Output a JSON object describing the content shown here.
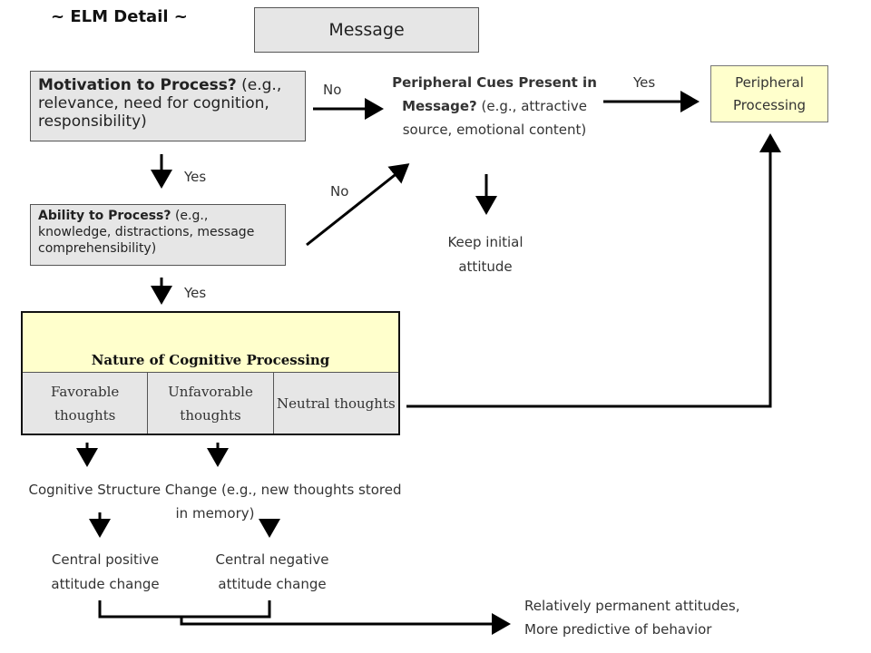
{
  "title": "~ ELM Detail ~",
  "message": "Message",
  "motivation": {
    "bold": "Motivation to Process?",
    "rest": " (e.g., relevance, need for cognition, responsibility)"
  },
  "ability": {
    "bold": "Ability to Process?",
    "rest": " (e.g., knowledge, distractions, message comprehensibility)"
  },
  "peripheral_cues": {
    "bold": "Peripheral Cues Present in Message?",
    "rest": " (e.g., attractive source, emotional content)"
  },
  "peripheral_processing": "Peripheral Processing",
  "keep_initial": "Keep initial attitude",
  "labels": {
    "no_motivation": "No",
    "no_ability": "No",
    "yes_motivation": "Yes",
    "yes_ability": "Yes",
    "yes_cues": "Yes"
  },
  "nature": {
    "title": "Nature of Cognitive Processing",
    "cells": [
      "Favorable thoughts",
      "Unfavorable thoughts",
      "Neutral thoughts"
    ]
  },
  "cognitive_change": "Cognitive Structure Change (e.g., new thoughts stored in memory)",
  "central_positive": "Central positive attitude change",
  "central_negative": "Central negative attitude change",
  "final_line1": "Relatively permanent attitudes,",
  "final_line2": "More predictive of behavior",
  "colors": {
    "box_gray": "#e6e6e6",
    "box_yellow": "#ffffcc",
    "line": "#000000"
  }
}
